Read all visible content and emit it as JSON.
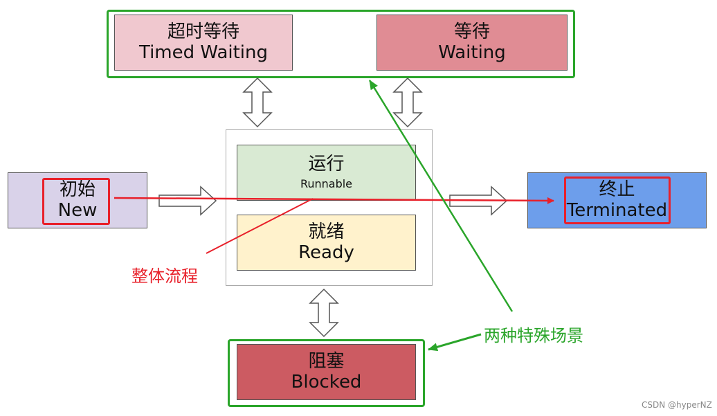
{
  "states": {
    "timed_waiting": {
      "zh": "超时等待",
      "en": "Timed Waiting",
      "color": "#f0c8cf"
    },
    "waiting": {
      "zh": "等待",
      "en": "Waiting",
      "color": "#e08c94"
    },
    "runnable": {
      "zh": "运行",
      "en": "Runnable",
      "color": "#d9ead3"
    },
    "ready": {
      "zh": "就绪",
      "en": "Ready",
      "color": "#fff2cc"
    },
    "new": {
      "zh": "初始",
      "en": "New",
      "color": "#d9d2e9"
    },
    "terminated": {
      "zh": "终止",
      "en": "Terminated",
      "color": "#6d9eeb"
    },
    "blocked": {
      "zh": "阻塞",
      "en": "Blocked",
      "color": "#cc5b62"
    }
  },
  "annotations": {
    "overall_flow": {
      "text": "整体流程",
      "color": "#e8202a"
    },
    "special_cases": {
      "text": "两种特殊场景",
      "color": "#2aa52a"
    }
  },
  "watermark": "CSDN @hyperNZ"
}
